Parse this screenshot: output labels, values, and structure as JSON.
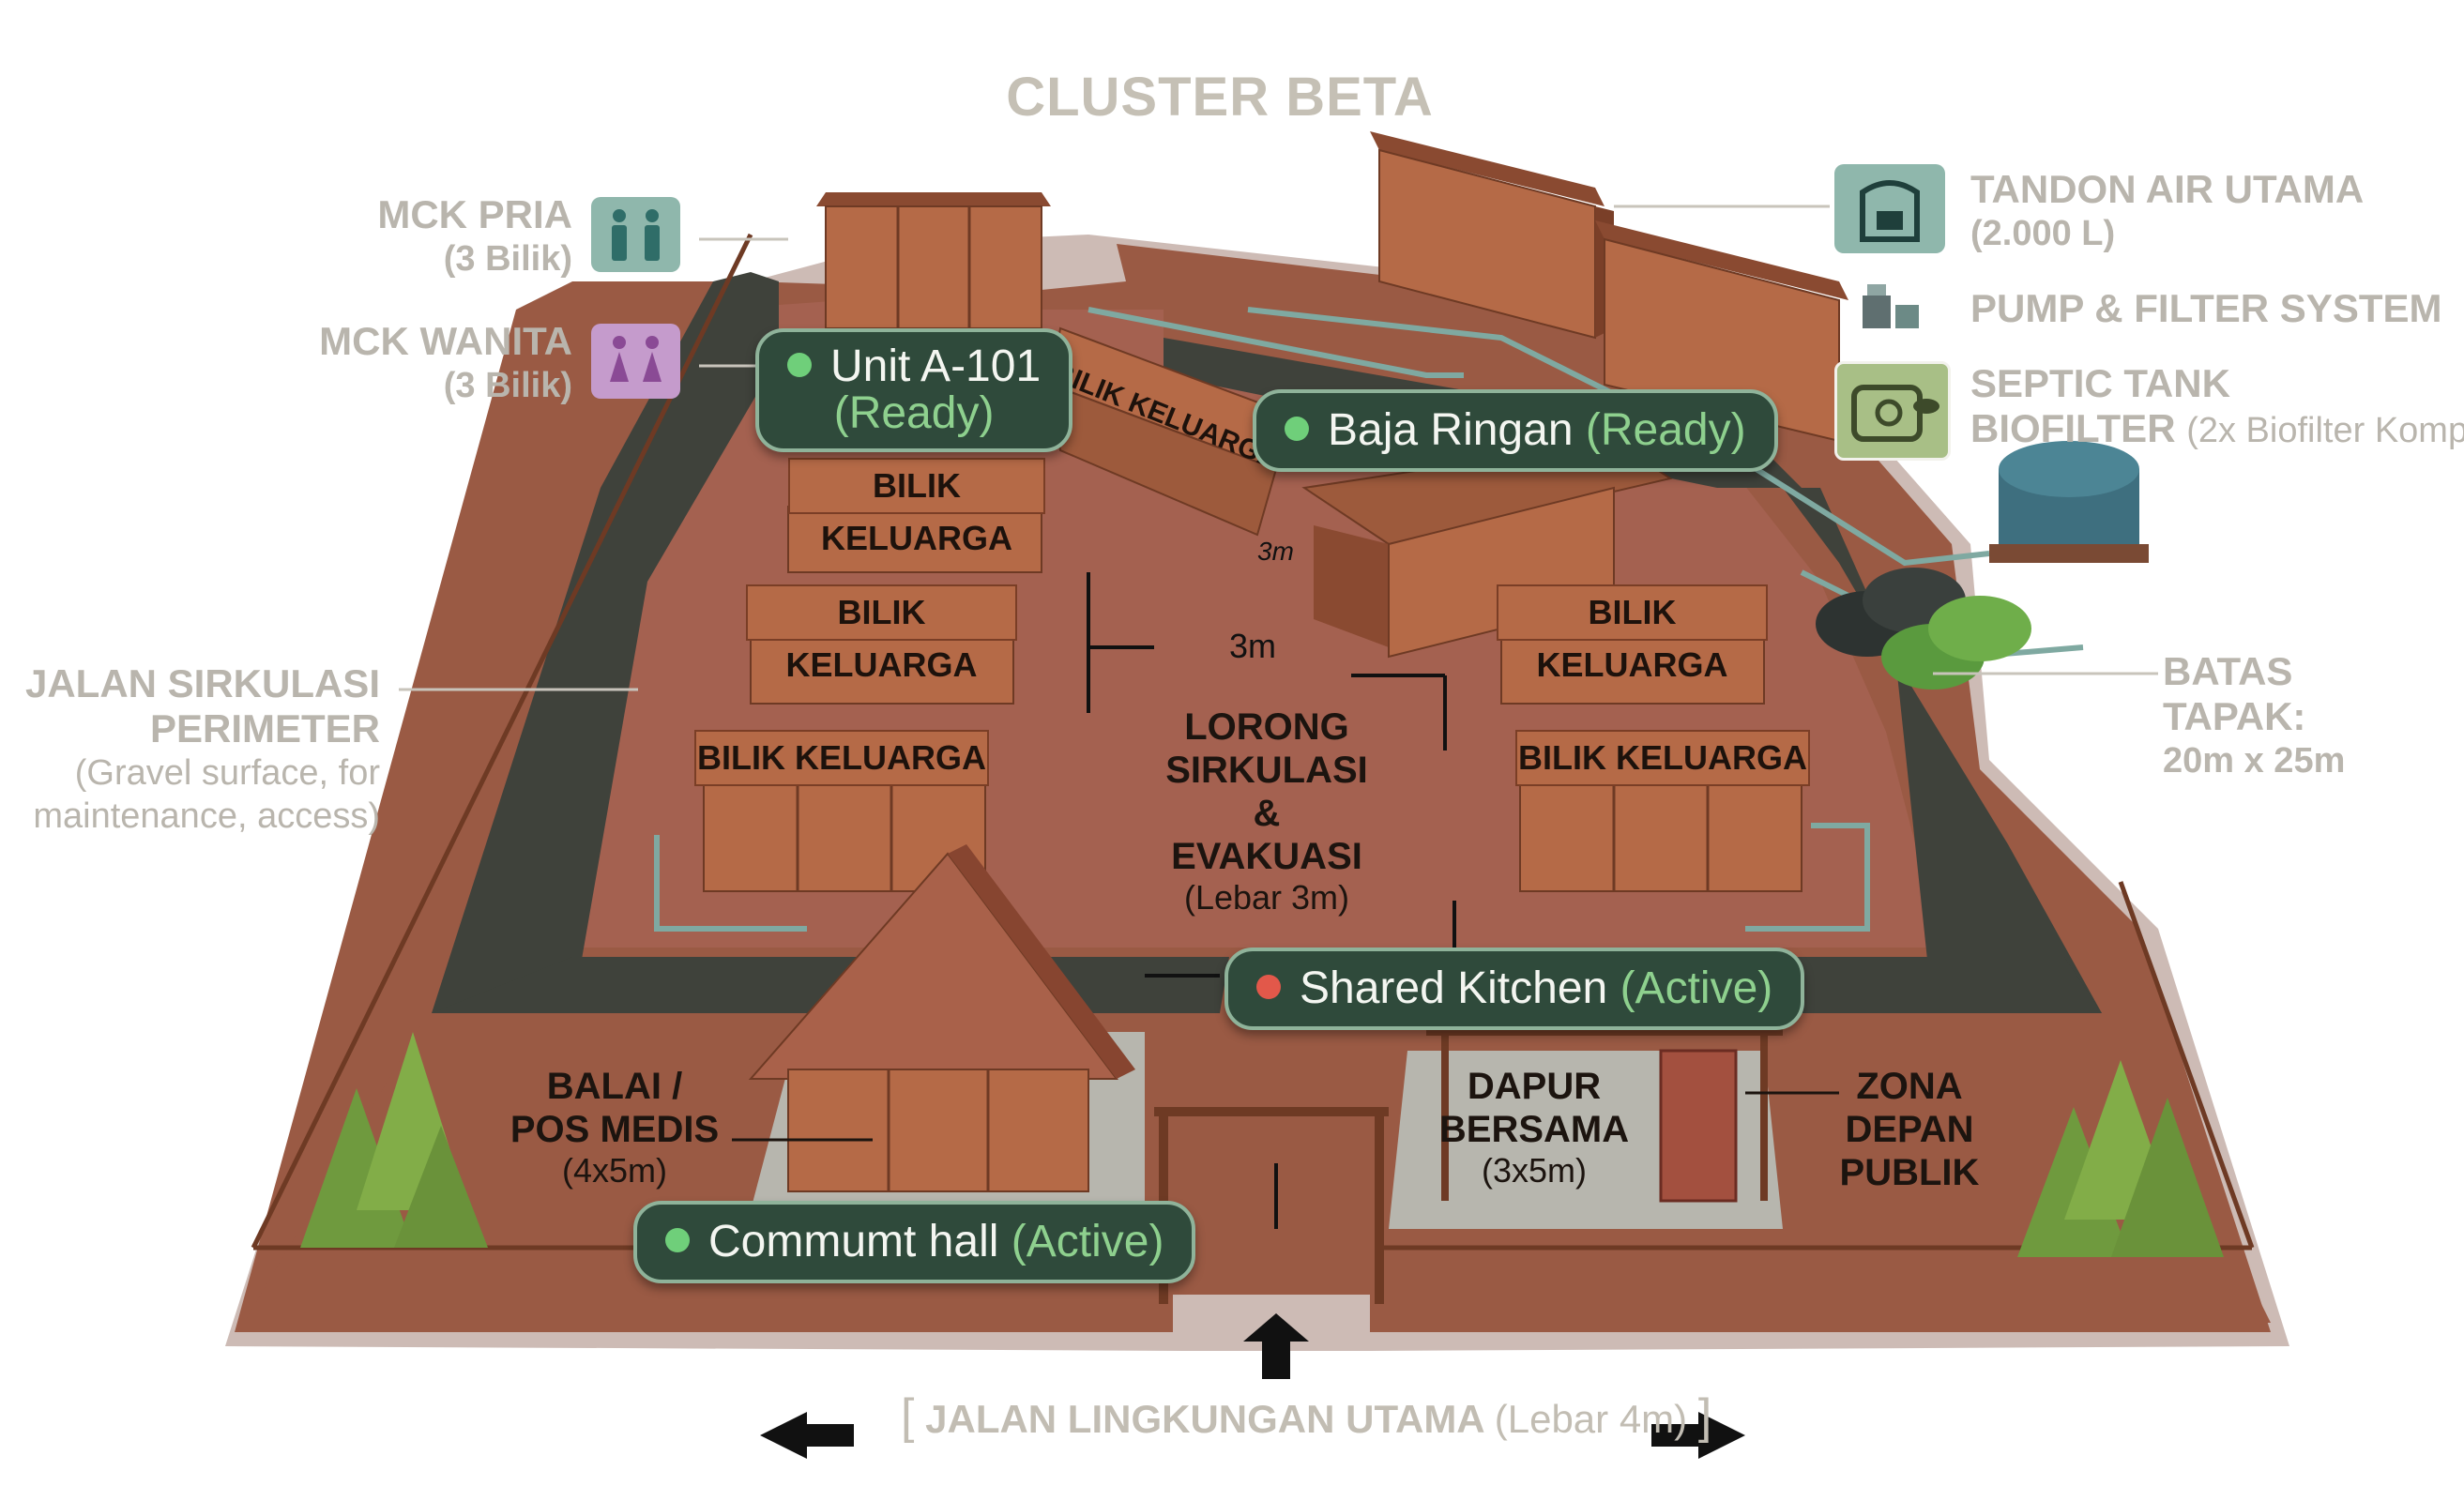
{
  "title": "CLUSTER BETA",
  "left_labels": {
    "mck_pria": {
      "title": "MCK PRIA",
      "sub": "(3 Bilik)"
    },
    "mck_wanita": {
      "title": "MCK WANITA",
      "sub": "(3 Bilik)"
    },
    "jalan_perimeter": {
      "title1": "JALAN SIRKULASI",
      "title2": "PERIMETER",
      "sub1": "(Gravel surface, for",
      "sub2": "maintenance, access)"
    }
  },
  "right_labels": {
    "tandon": {
      "title": "TANDON AIR UTAMA",
      "sub": "(2.000 L)"
    },
    "pump": {
      "title": "PUMP & FILTER SYSTEM"
    },
    "septic": {
      "title1": "SEPTIC TANK",
      "title2": "BIOFILTER",
      "sub": "(2x Biofilter Komp"
    },
    "batas": {
      "title": "BATAS TAPAK:",
      "sub": "20m x 25m"
    }
  },
  "map_labels": {
    "bilik": "BILIK KELUARGA",
    "bilik_angled": "BILIK KELUARGA",
    "lorong_1": "LORONG",
    "lorong_2": "SIRKULASI",
    "lorong_3": "&",
    "lorong_4": "EVAKUASI",
    "lorong_sub": "(Lebar 3m)",
    "dim_3m": "3m",
    "dim_3m_small": "3m",
    "balai_1": "BALAI /",
    "balai_2": "POS MEDIS",
    "balai_sub": "(4x5m)",
    "dapur_1": "DAPUR",
    "dapur_2": "BERSAMA",
    "dapur_sub": "(3x5m)",
    "zona_1": "ZONA",
    "zona_2": "DEPAN PUBLIK"
  },
  "status_pills": [
    {
      "name": "Unit A-101",
      "status": "(Ready)",
      "color": "#6fcf7a"
    },
    {
      "name": "Baja Ringan",
      "status": "(Ready)",
      "color": "#6fcf7a"
    },
    {
      "name": "Shared Kitchen",
      "status": "(Active)",
      "color": "#e2584a"
    },
    {
      "name": "Commumt hall",
      "status": "(Active)",
      "color": "#6fcf7a"
    }
  ],
  "road": {
    "bracket_open": "[",
    "title": "JALAN LINGKUNGAN UTAMA",
    "sub": "(Lebar 4m)",
    "bracket_close": "]"
  },
  "colors": {
    "ground": "#9a5a44",
    "gravel": "#3f423b",
    "wood": "#b56a47",
    "pill_bg": "#2f4a3b",
    "ready": "#6fcf7a",
    "active": "#e2584a",
    "label_gray": "#b9b5ad"
  }
}
